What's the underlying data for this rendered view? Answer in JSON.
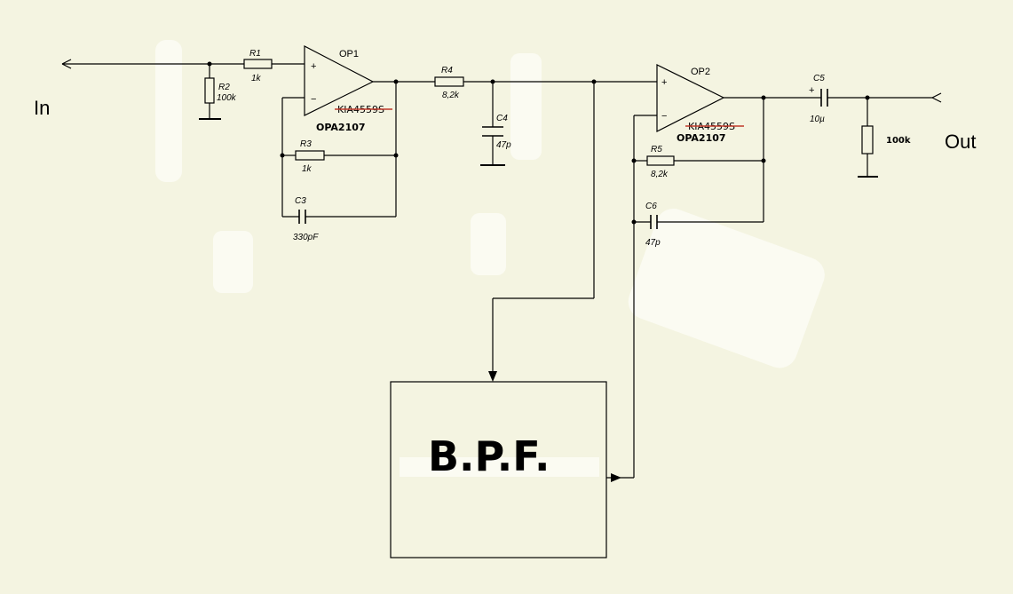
{
  "terminals": {
    "in": "In",
    "out": "Out"
  },
  "opamps": {
    "op1": {
      "name": "OP1",
      "struck_part": "KIA4559S",
      "part": "OPA2107"
    },
    "op2": {
      "name": "OP2",
      "struck_part": "KIA4559S",
      "part": "OPA2107"
    }
  },
  "components": {
    "r1": {
      "ref": "R1",
      "value": "1k"
    },
    "r2": {
      "ref": "R2",
      "value": "100k"
    },
    "r3": {
      "ref": "R3",
      "value": "1k"
    },
    "r4": {
      "ref": "R4",
      "value": "8,2k"
    },
    "r5": {
      "ref": "R5",
      "value": "8,2k"
    },
    "c3": {
      "ref": "C3",
      "value": "330pF"
    },
    "c4": {
      "ref": "C4",
      "value": "47p"
    },
    "c5": {
      "ref": "C5",
      "value": "10µ"
    },
    "c6": {
      "ref": "C6",
      "value": "47p"
    },
    "load": {
      "value": "100k"
    }
  },
  "pins": {
    "plus": "+",
    "minus": "−"
  },
  "bpf_block": {
    "label": "B.P.F."
  }
}
